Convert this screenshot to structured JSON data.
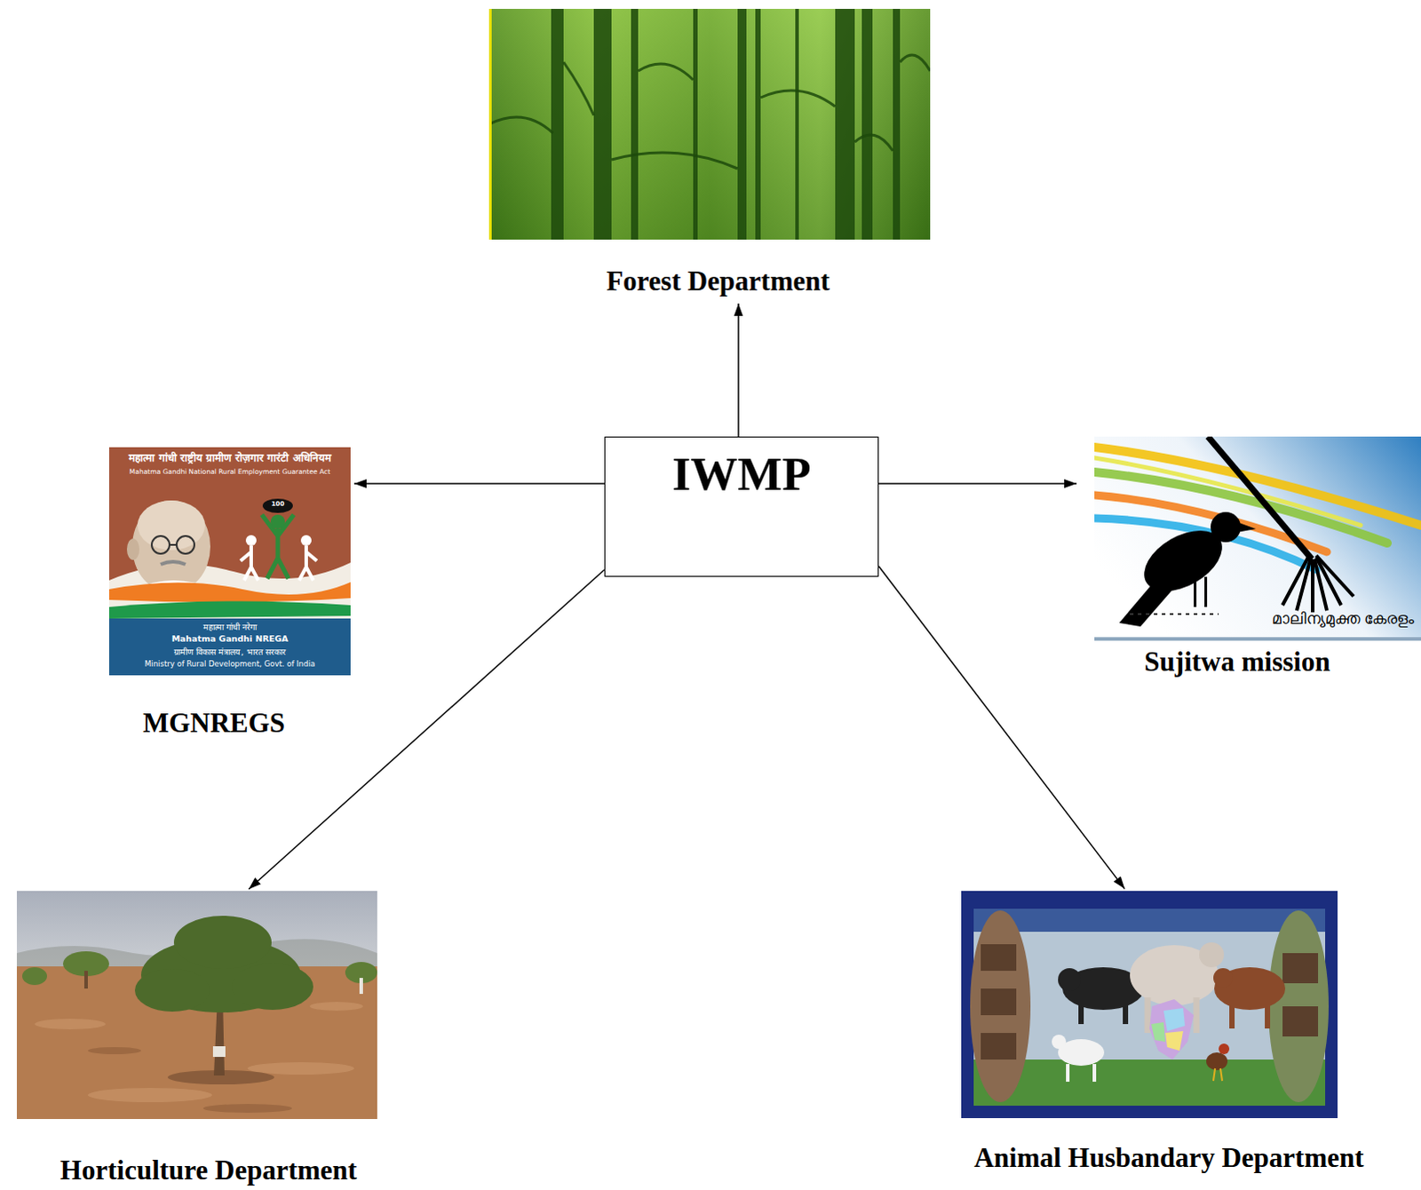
{
  "diagram": {
    "nodes": [
      {
        "text": [
          "Forest Department"
        ]
      },
      {
        "text": [
          "MGNREGS"
        ]
      },
      {
        "text": [
          "IWMP"
        ]
      },
      {
        "text": [
          "Sujitwa mission"
        ]
      },
      {
        "text": [
          "Horticulture Department"
        ]
      },
      {
        "text": [
          "Animal Husbandary Department"
        ]
      }
    ],
    "edges": [
      {
        "from": 2,
        "to": 0,
        "arrow": "to"
      },
      {
        "from": 2,
        "to": 1,
        "arrow": "to"
      },
      {
        "from": 2,
        "to": 3,
        "arrow": "to"
      },
      {
        "from": 2,
        "to": 4,
        "arrow": "to"
      },
      {
        "from": 2,
        "to": 5,
        "arrow": "to"
      }
    ],
    "labels": [
      "महात्मा गांधी राष्ट्रीय ग्रामीण रोज़गार गारंटी अधिनियम",
      "Mahatma Gandhi National Rural Employment Guarantee Act",
      "100",
      "महात्मा गांधी नरेगा",
      "Mahatma Gandhi NREGA",
      "ग्रामीण विकास मंत्रालय, भारत सरकार",
      "Ministry of Rural Development, Govt. of India",
      "മാലിന്യമുക്ത കേരളം"
    ]
  }
}
